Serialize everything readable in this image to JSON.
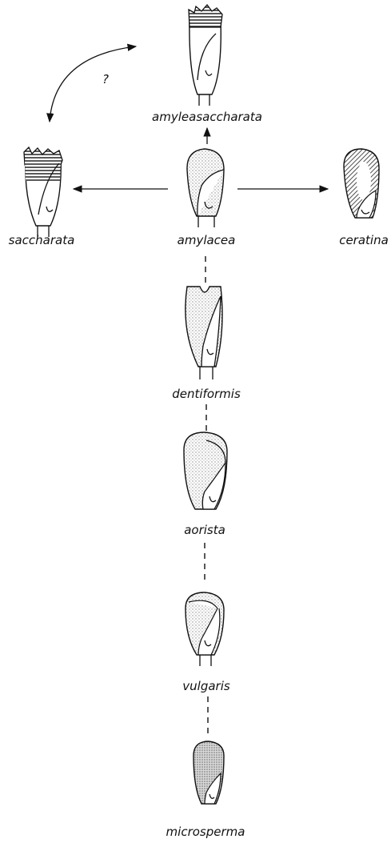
{
  "labels": {
    "amyleasaccharata": "amyleasaccharata",
    "saccharata": "saccharata",
    "amylacea": "amylacea",
    "ceratina": "ceratina",
    "dentiformis": "dentiformis",
    "aorista": "aorista",
    "vulgaris": "vulgaris",
    "microsperma": "microsperma"
  },
  "question_mark": "?",
  "colors": {
    "ink": "#111111",
    "stipple": "#9a9a9a",
    "hatch": "#333333"
  }
}
